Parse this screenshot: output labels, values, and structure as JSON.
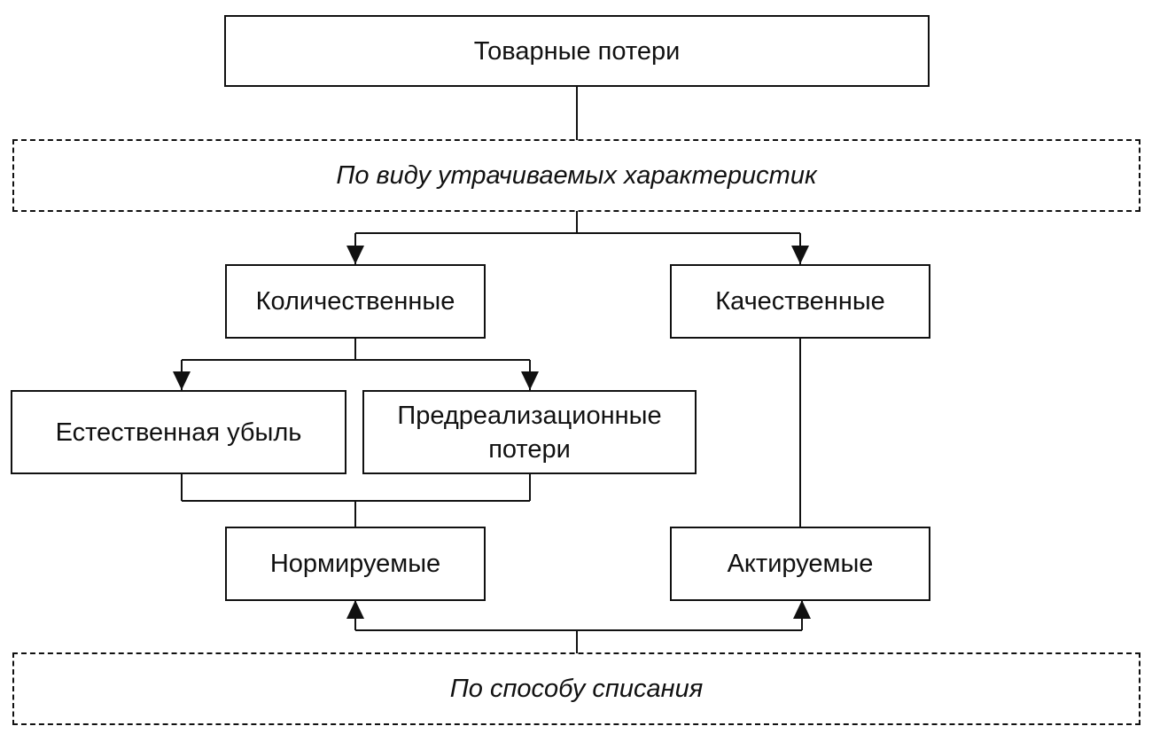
{
  "diagram": {
    "title_node": "Товарные потери",
    "groupings": {
      "by_characteristics": "По виду утрачиваемых характеристик",
      "by_writeoff": "По способу списания"
    },
    "nodes": {
      "quantitative": "Количественные",
      "qualitative": "Качественные",
      "natural_loss": "Естественная убыль",
      "pre_sale_loss_line1": "Предреализационные",
      "pre_sale_loss_line2": "потери",
      "normalized": "Нормируемые",
      "actable": "Актируемые"
    }
  }
}
